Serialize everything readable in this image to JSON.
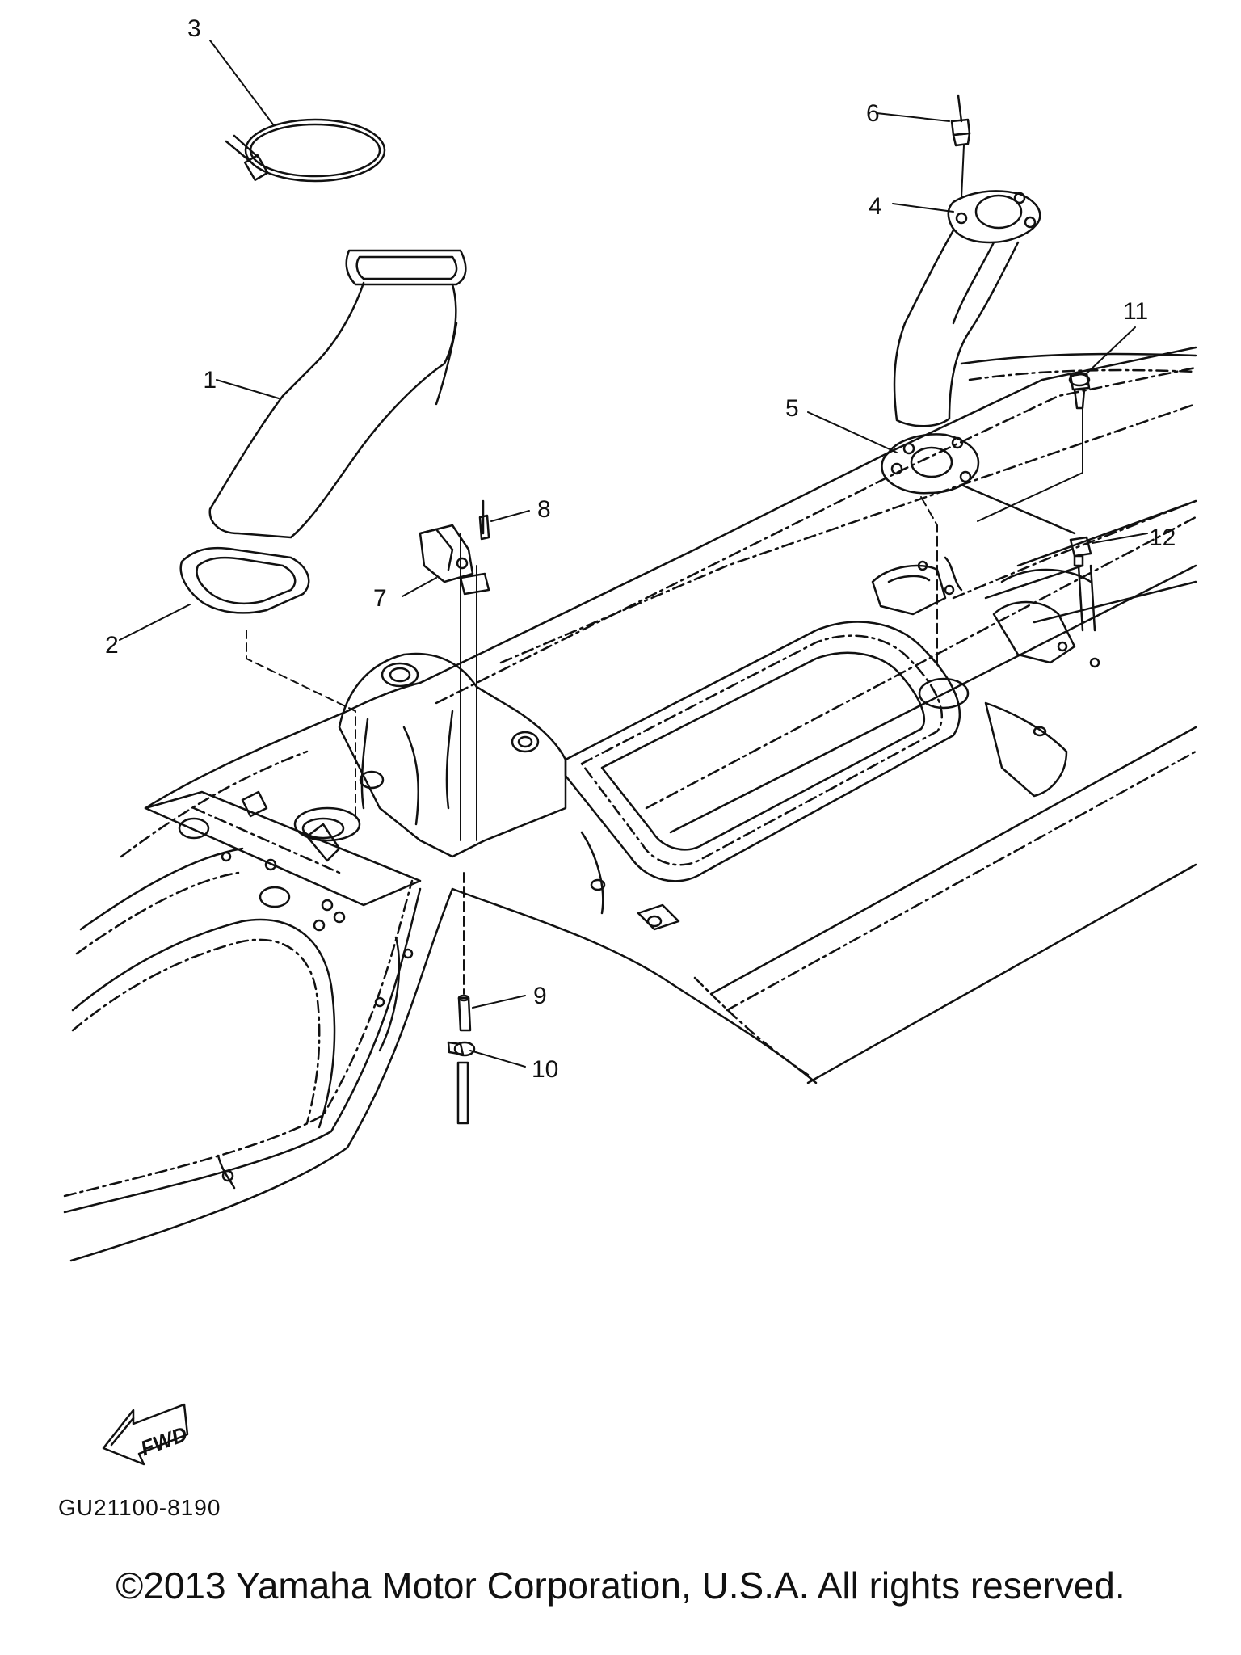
{
  "callouts": [
    {
      "id": "1",
      "label": "1"
    },
    {
      "id": "2",
      "label": "2"
    },
    {
      "id": "3",
      "label": "3"
    },
    {
      "id": "4",
      "label": "4"
    },
    {
      "id": "5",
      "label": "5"
    },
    {
      "id": "6",
      "label": "6"
    },
    {
      "id": "7",
      "label": "7"
    },
    {
      "id": "8",
      "label": "8"
    },
    {
      "id": "9",
      "label": "9"
    },
    {
      "id": "10",
      "label": "10"
    },
    {
      "id": "11",
      "label": "11"
    },
    {
      "id": "12",
      "label": "12"
    }
  ],
  "fwd_arrow": {
    "label": "FWD"
  },
  "diagram_code": "GU21100-8190",
  "copyright": "©2013 Yamaha Motor Corporation, U.S.A. All rights reserved.",
  "colors": {
    "line": "#111111",
    "background": "#ffffff"
  }
}
